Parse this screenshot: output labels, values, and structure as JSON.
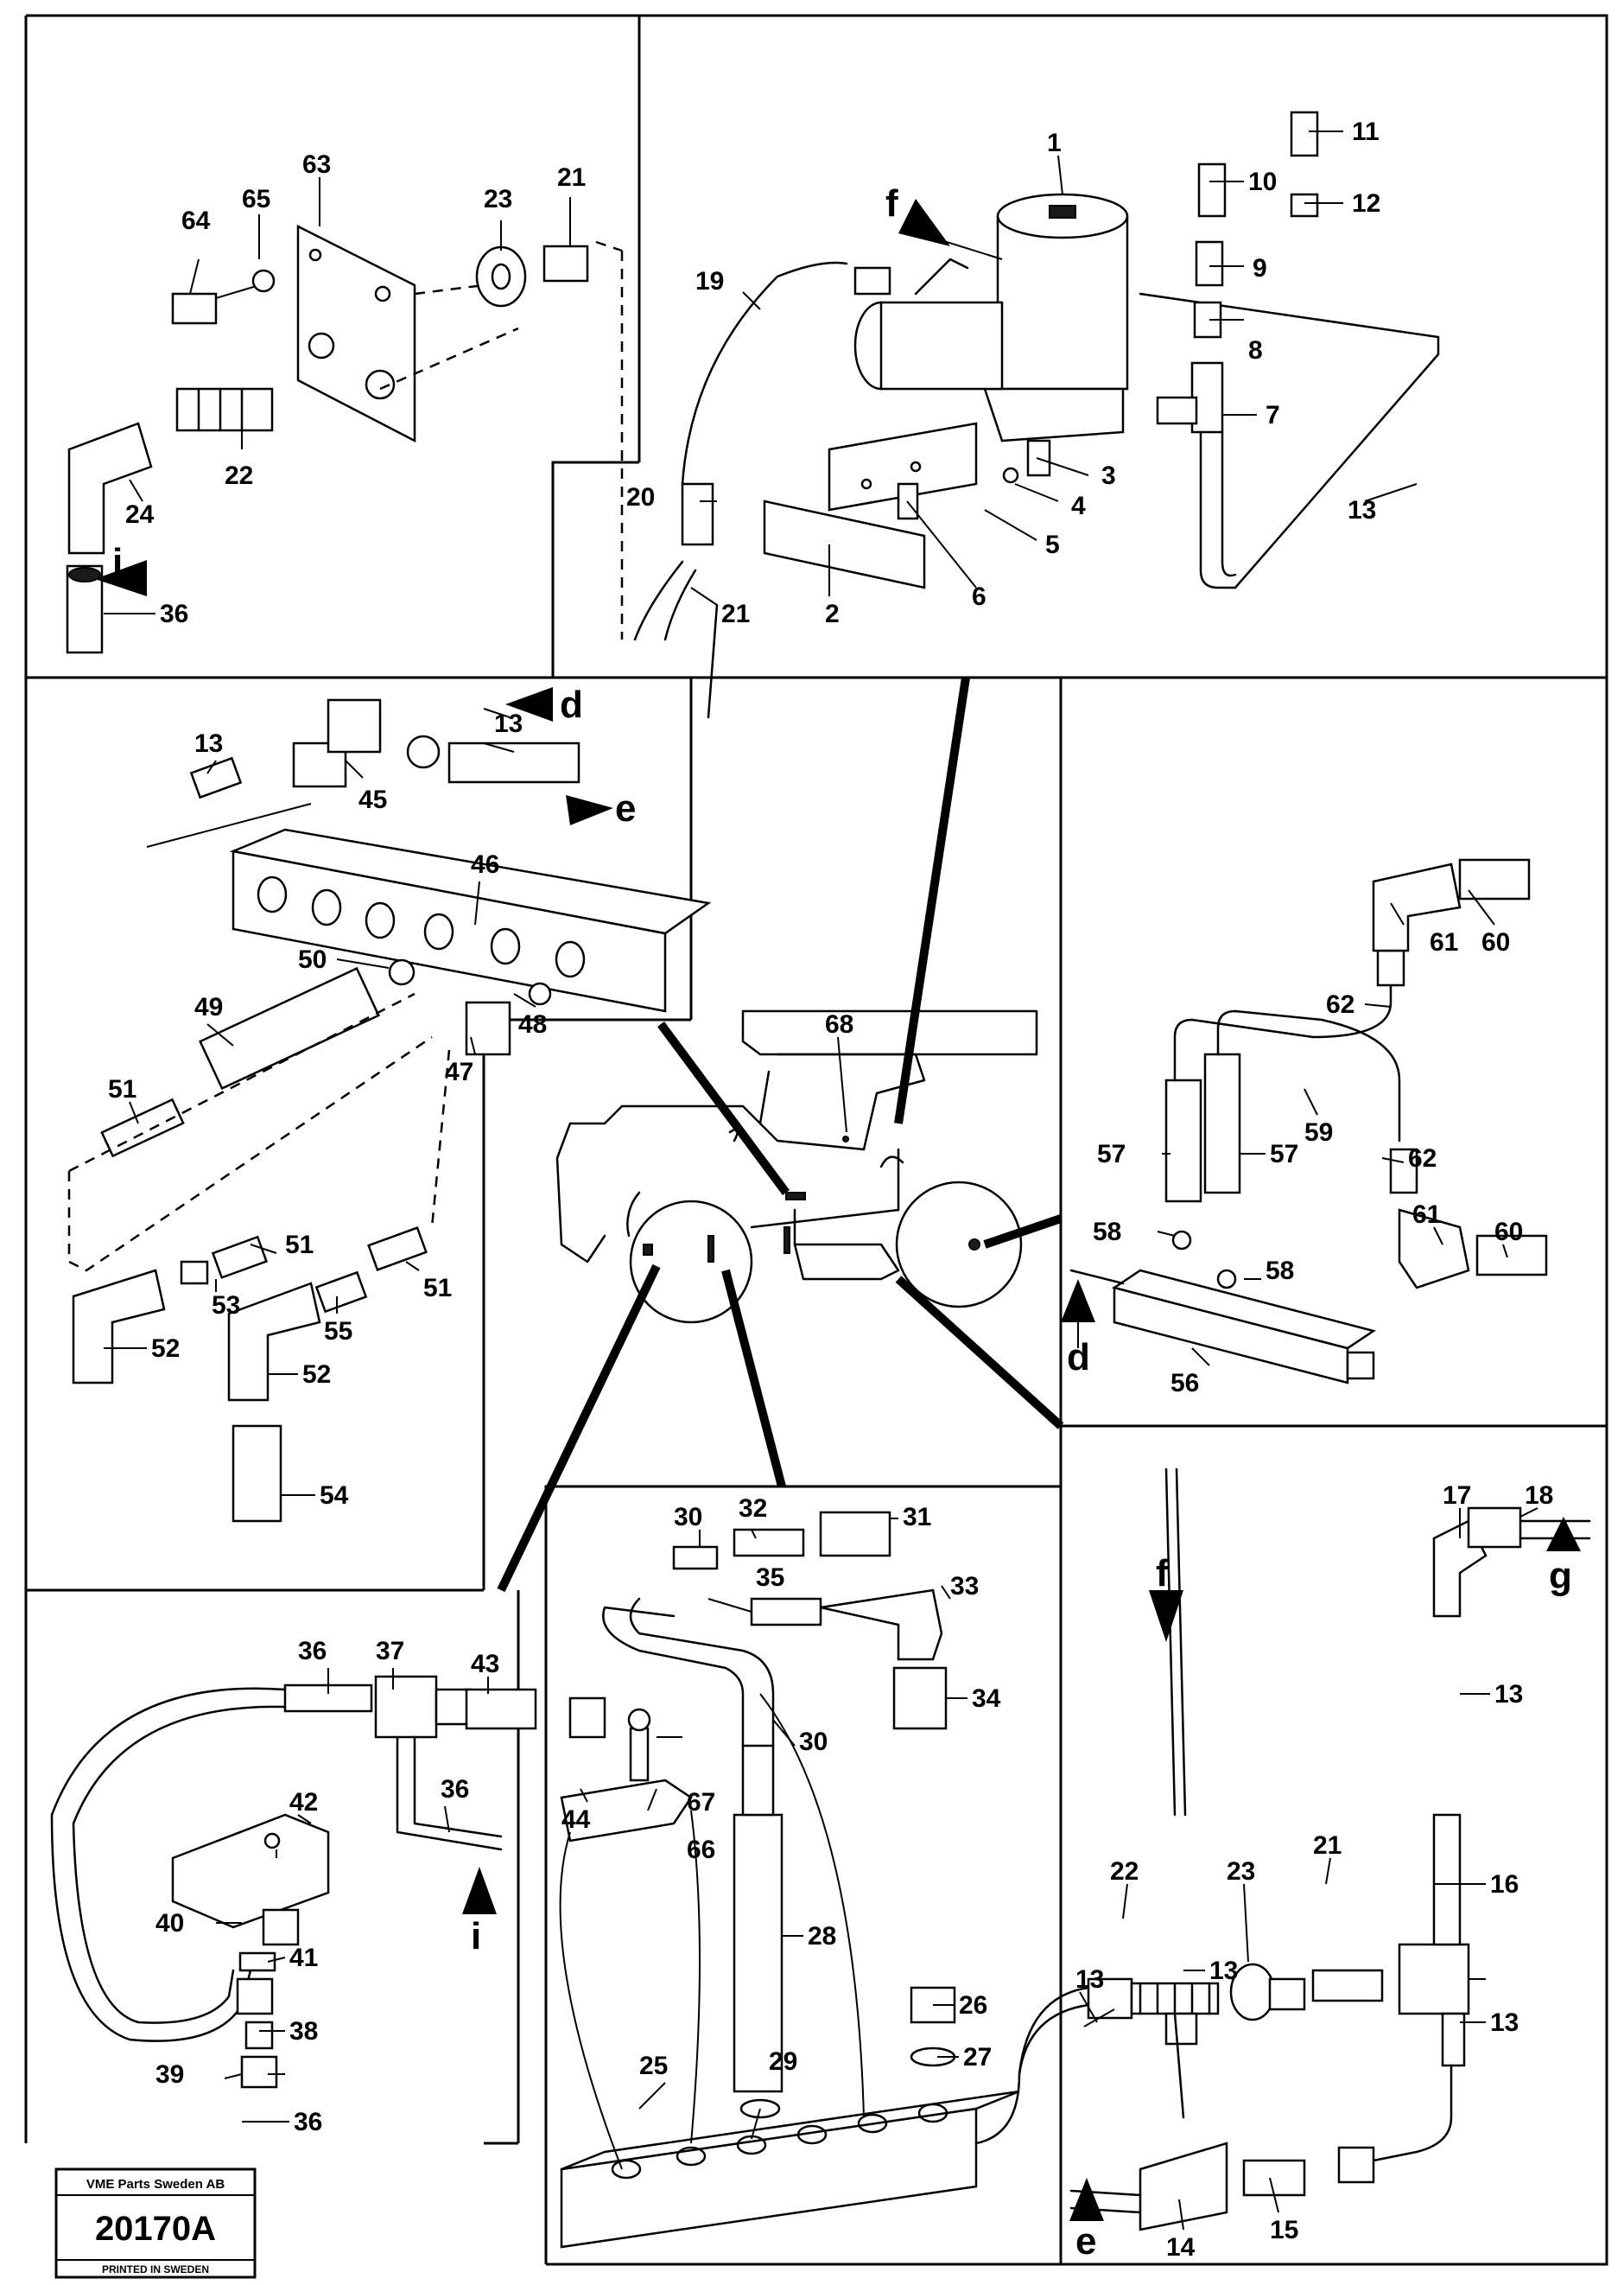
{
  "stamp": {
    "company": "VME Parts Sweden AB",
    "drawing_number": "20170A",
    "printed": "PRINTED IN SWEDEN"
  },
  "part_numbers": [
    "1",
    "2",
    "3",
    "4",
    "5",
    "6",
    "7",
    "8",
    "9",
    "10",
    "11",
    "12",
    "13",
    "14",
    "15",
    "16",
    "17",
    "18",
    "19",
    "20",
    "21",
    "22",
    "23",
    "24",
    "25",
    "26",
    "27",
    "28",
    "29",
    "30",
    "31",
    "32",
    "33",
    "34",
    "35",
    "36",
    "37",
    "38",
    "39",
    "40",
    "41",
    "42",
    "43",
    "44",
    "45",
    "46",
    "47",
    "48",
    "49",
    "50",
    "51",
    "52",
    "53",
    "54",
    "55",
    "56",
    "57",
    "58",
    "59",
    "60",
    "61",
    "62",
    "63",
    "64",
    "65",
    "66",
    "67",
    "68"
  ],
  "arrow_letters": [
    "d",
    "e",
    "f",
    "g",
    "i"
  ]
}
